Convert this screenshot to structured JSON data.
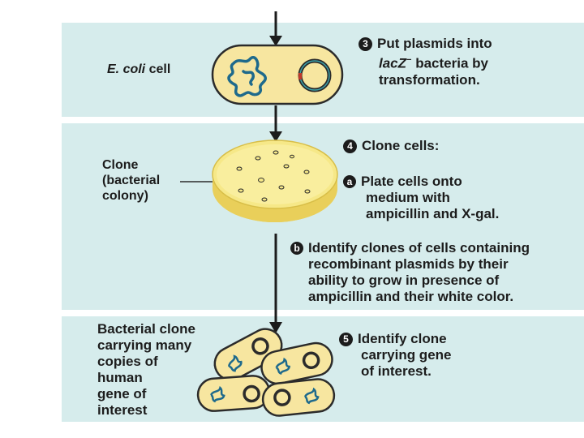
{
  "step3": {
    "number": "3",
    "lines": [
      "Put plasmids into",
      "lacZ",
      "−",
      " bacteria by",
      "transformation."
    ]
  },
  "ecoli_label": {
    "species": "E. coli",
    "rest": " cell"
  },
  "step4": {
    "number": "4",
    "title": "Clone cells:"
  },
  "clone_label": {
    "lines": [
      "Clone",
      "(bacterial",
      "colony)"
    ]
  },
  "step4a": {
    "letter": "a",
    "lines": [
      "Plate cells onto",
      "medium with",
      "ampicillin and X-gal."
    ]
  },
  "step4b": {
    "letter": "b",
    "lines": [
      "Identify clones of cells containing",
      "recombinant plasmids by their",
      "ability to grow in presence of",
      "ampicillin and their white color."
    ]
  },
  "step5": {
    "number": "5",
    "lines": [
      "Identify clone",
      "carrying gene",
      "of interest."
    ]
  },
  "bacterial_clone_label": {
    "lines": [
      "Bacterial clone",
      "carrying many",
      "copies of",
      "human",
      "gene of",
      "interest"
    ]
  },
  "colors": {
    "panel": "#d6ecec",
    "cell_fill": "#f7e6a0",
    "cell_stroke": "#2b2b2b",
    "dna": "#1e6a8c",
    "plate_fill": "#f6e888",
    "plate_rim": "#e9cf5a"
  }
}
